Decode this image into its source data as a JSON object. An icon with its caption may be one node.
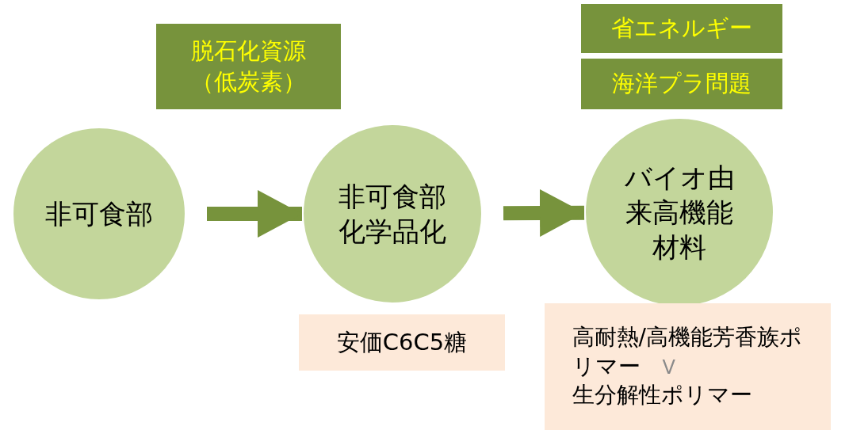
{
  "diagram": {
    "nodes": [
      {
        "text": [
          "非可食部"
        ]
      },
      {
        "text": [
          "非可食部化学品化"
        ]
      },
      {
        "text": [
          "バイオ由来高機能材料"
        ]
      },
      {
        "text": [
          "脱石化資源（低炭素）"
        ]
      },
      {
        "text": [
          "省エネルギー"
        ]
      },
      {
        "text": [
          "海洋プラ問題"
        ]
      },
      {
        "text": [
          "安価C6C5糖"
        ]
      },
      {
        "text": [
          "高耐熱/高機能芳香族ポリマー",
          "V",
          "生分解性ポリマー"
        ]
      }
    ],
    "edges": [
      {
        "from": 0,
        "to": 1,
        "arrow": "to"
      },
      {
        "from": 1,
        "to": 2,
        "arrow": "to"
      }
    ]
  }
}
